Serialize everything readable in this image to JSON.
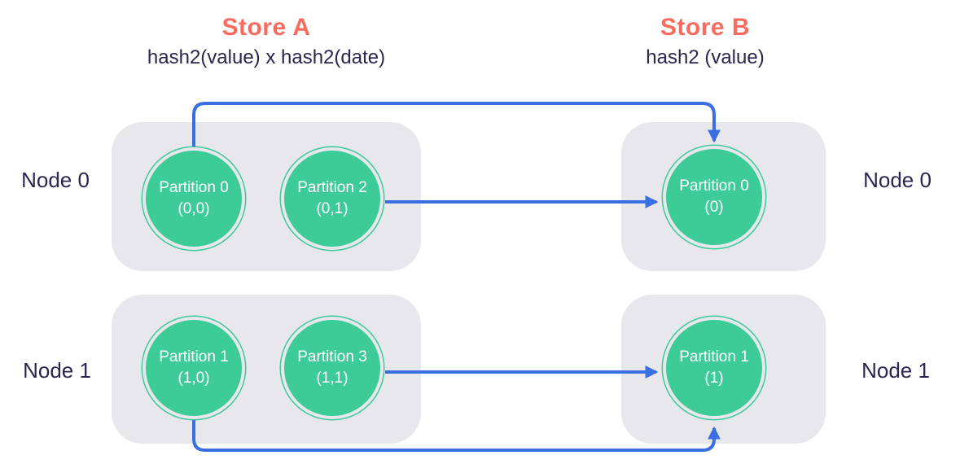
{
  "colors": {
    "coral": "#F96B5F",
    "navy": "#2E2450",
    "green": "#3DCB97",
    "node_bg": "#E8E7EC",
    "arrow_blue": "#3A6FE3",
    "circle_text": "#FFFFFF",
    "page_bg": "#FFFFFF"
  },
  "stores": [
    {
      "title": "Store A",
      "subtitle": "hash2(value) x hash2(date)"
    },
    {
      "title": "Store B",
      "subtitle": "hash2 (value)"
    }
  ],
  "left_nodes": [
    {
      "label": "Node 0",
      "partitions": [
        {
          "name": "Partition 0",
          "coords": "(0,0)"
        },
        {
          "name": "Partition 2",
          "coords": "(0,1)"
        }
      ]
    },
    {
      "label": "Node 1",
      "partitions": [
        {
          "name": "Partition 1",
          "coords": "(1,0)"
        },
        {
          "name": "Partition 3",
          "coords": "(1,1)"
        }
      ]
    }
  ],
  "right_nodes": [
    {
      "label": "Node 0",
      "partitions": [
        {
          "name": "Partition 0",
          "coords": "(0)"
        }
      ]
    },
    {
      "label": "Node 1",
      "partitions": [
        {
          "name": "Partition 1",
          "coords": "(1)"
        }
      ]
    }
  ],
  "arrows": [
    {
      "from": "Store A Partition 0 (0,0)",
      "to": "Store B Partition 0 (0)",
      "route": "over-top"
    },
    {
      "from": "Store A Partition 2 (0,1)",
      "to": "Store B Partition 0 (0)",
      "route": "straight"
    },
    {
      "from": "Store A Partition 3 (1,1)",
      "to": "Store B Partition 1 (1)",
      "route": "straight"
    },
    {
      "from": "Store A Partition 1 (1,0)",
      "to": "Store B Partition 1 (1)",
      "route": "under-bottom"
    }
  ]
}
